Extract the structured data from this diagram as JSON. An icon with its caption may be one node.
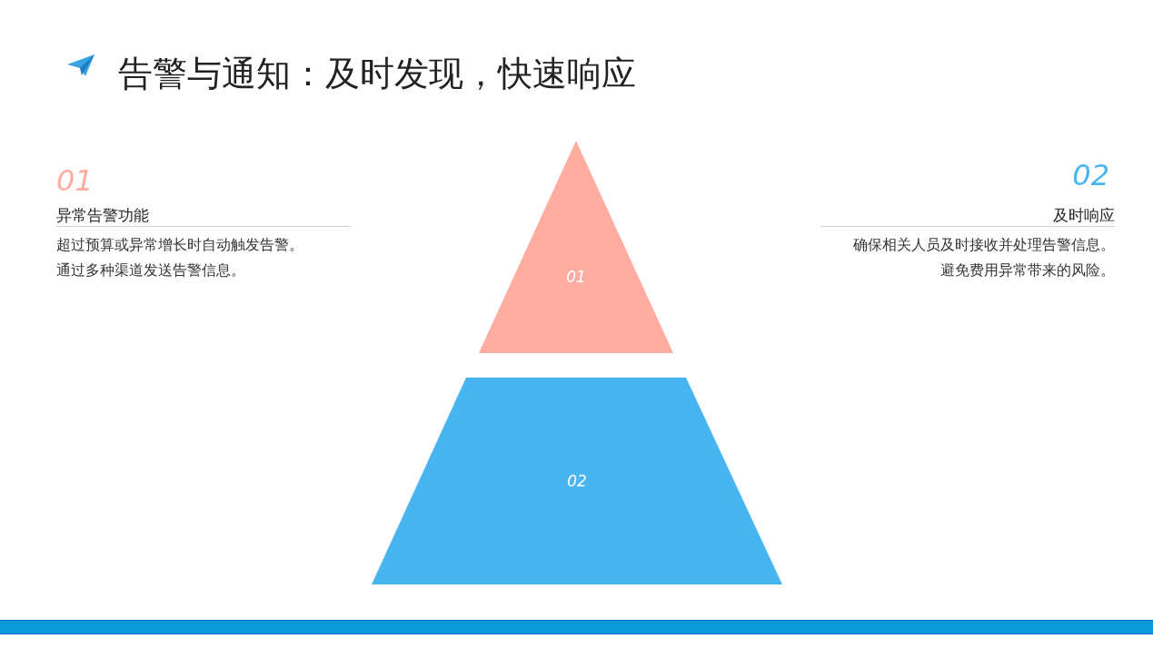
{
  "diagram": {
    "title": "告警与通知：及时发现，快速响应",
    "nodes": [
      {
        "text": [
          "01"
        ]
      },
      {
        "text": [
          "02"
        ]
      }
    ],
    "labels": [
      "01",
      "异常告警功能",
      "超过预算或异常增长时自动触发告警。",
      "通过多种渠道发送告警信息。",
      "02",
      "及时响应",
      "确保相关人员及时接收并处理告警信息。",
      "避免费用异常带来的风险。"
    ]
  }
}
